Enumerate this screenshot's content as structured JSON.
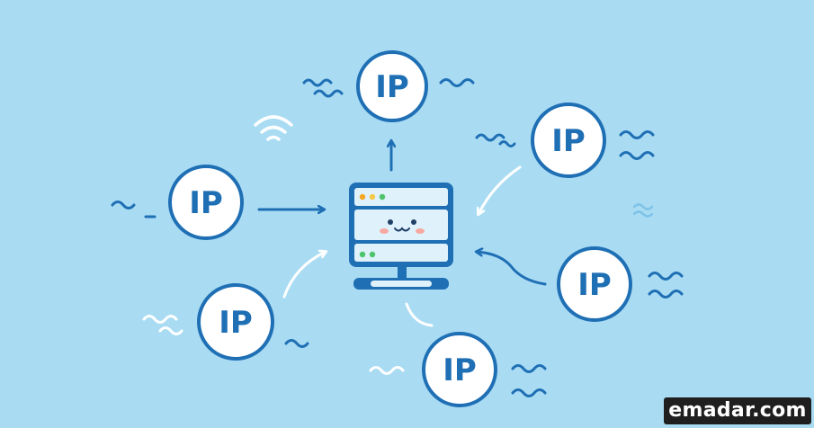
{
  "nodes": [
    {
      "label": "IP"
    },
    {
      "label": "IP"
    },
    {
      "label": "IP"
    },
    {
      "label": "IP"
    },
    {
      "label": "IP"
    },
    {
      "label": "IP"
    }
  ],
  "watermark": {
    "text": "emadar.com"
  },
  "colors": {
    "background": "#a9dcf3",
    "accent": "#1f6fb5",
    "circle_fill": "#ffffff",
    "connector_light": "#ffffff",
    "server_panel": "#dff1fb",
    "status_orange": "#f5a623",
    "status_yellow": "#f7c948",
    "status_green": "#4cc46a",
    "cheek": "#f7a8a0"
  },
  "icons": [
    "server-icon",
    "wifi-icon",
    "wave-icon"
  ]
}
